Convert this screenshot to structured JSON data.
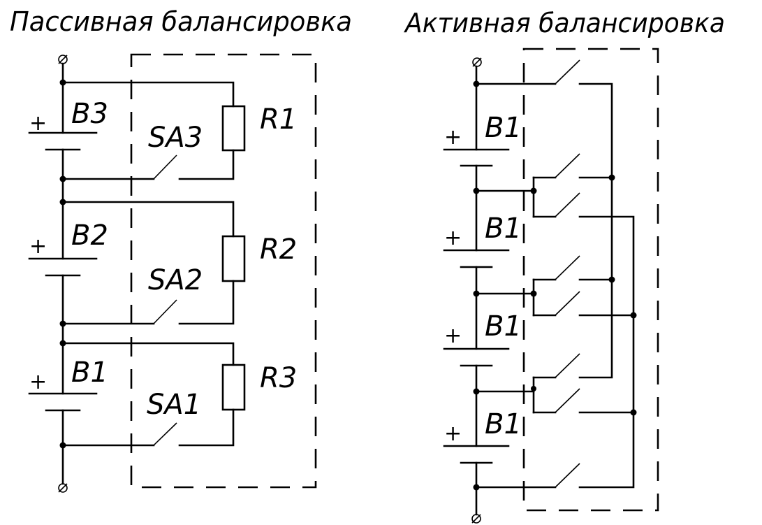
{
  "passive": {
    "title": "Пассивная балансировка",
    "batteries": [
      "B3",
      "B2",
      "B1"
    ],
    "switches": [
      "SA3",
      "SA2",
      "SA1"
    ],
    "resistors": [
      "R1",
      "R2",
      "R3"
    ],
    "plus_sign": "+",
    "terminal_symbol": "⌀"
  },
  "active": {
    "title": "Активная балансировка",
    "batteries": [
      "B1",
      "B1",
      "B1",
      "B1"
    ],
    "plus_sign": "+",
    "terminal_symbol": "⌀"
  }
}
